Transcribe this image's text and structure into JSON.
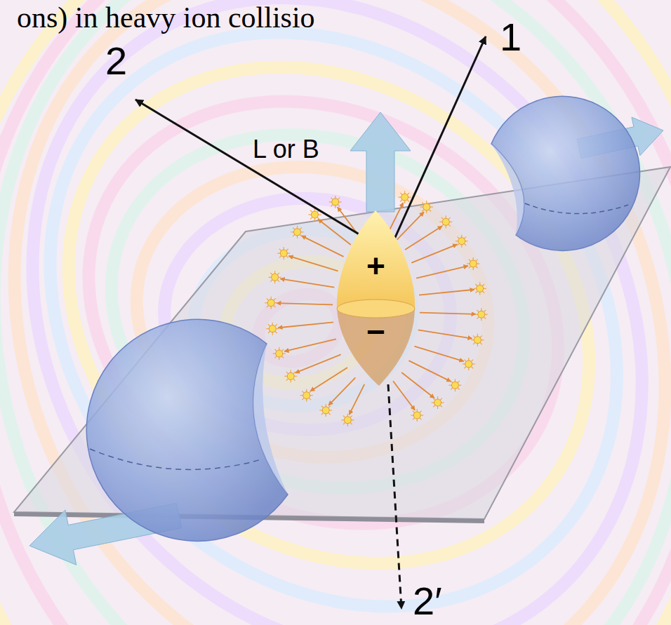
{
  "diagram": {
    "nodes": [
      {
        "text": [
          "+",
          "−"
        ]
      }
    ],
    "labels": [
      "ons) in heavy ion collisio",
      "2",
      "1",
      "L or B",
      "2′"
    ]
  }
}
